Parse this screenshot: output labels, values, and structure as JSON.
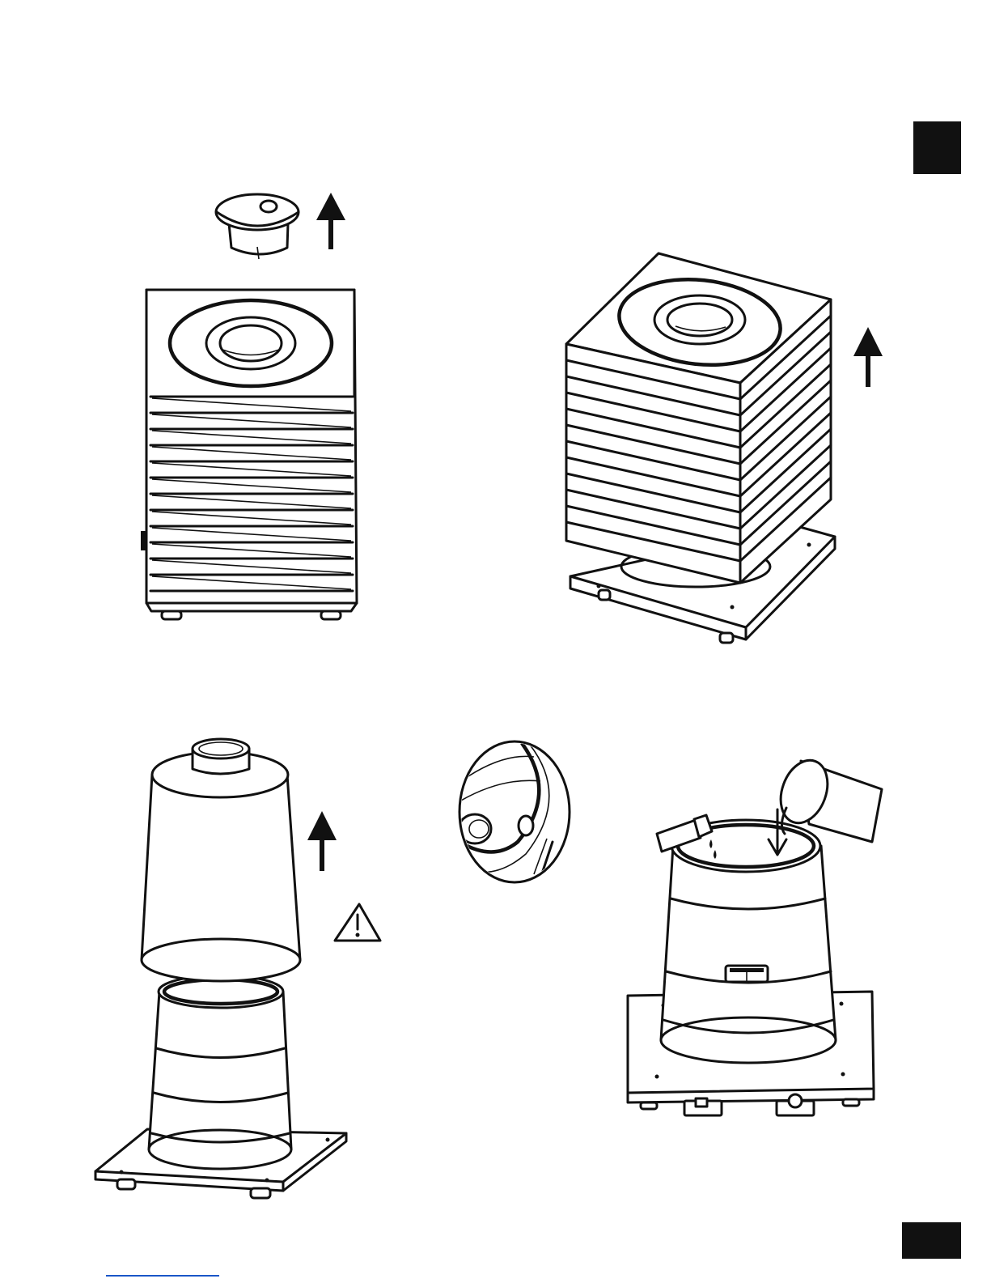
{
  "page": {
    "language_tab_color": "#111111",
    "page_tab_color": "#111111",
    "link_underline_color": "#1a56c8"
  },
  "steps": [
    {
      "id": "step-1",
      "action": "remove-cap",
      "arrow": "up-arrow-icon"
    },
    {
      "id": "step-2",
      "action": "lift-cover",
      "arrow": "up-arrow-icon"
    },
    {
      "id": "step-3",
      "action": "lift-water-tank",
      "arrow": "up-arrow-icon",
      "warning": "warning-triangle-icon"
    },
    {
      "id": "step-4",
      "action": "fill-water-and-oil",
      "arrow": "down-arrow-icon"
    }
  ]
}
